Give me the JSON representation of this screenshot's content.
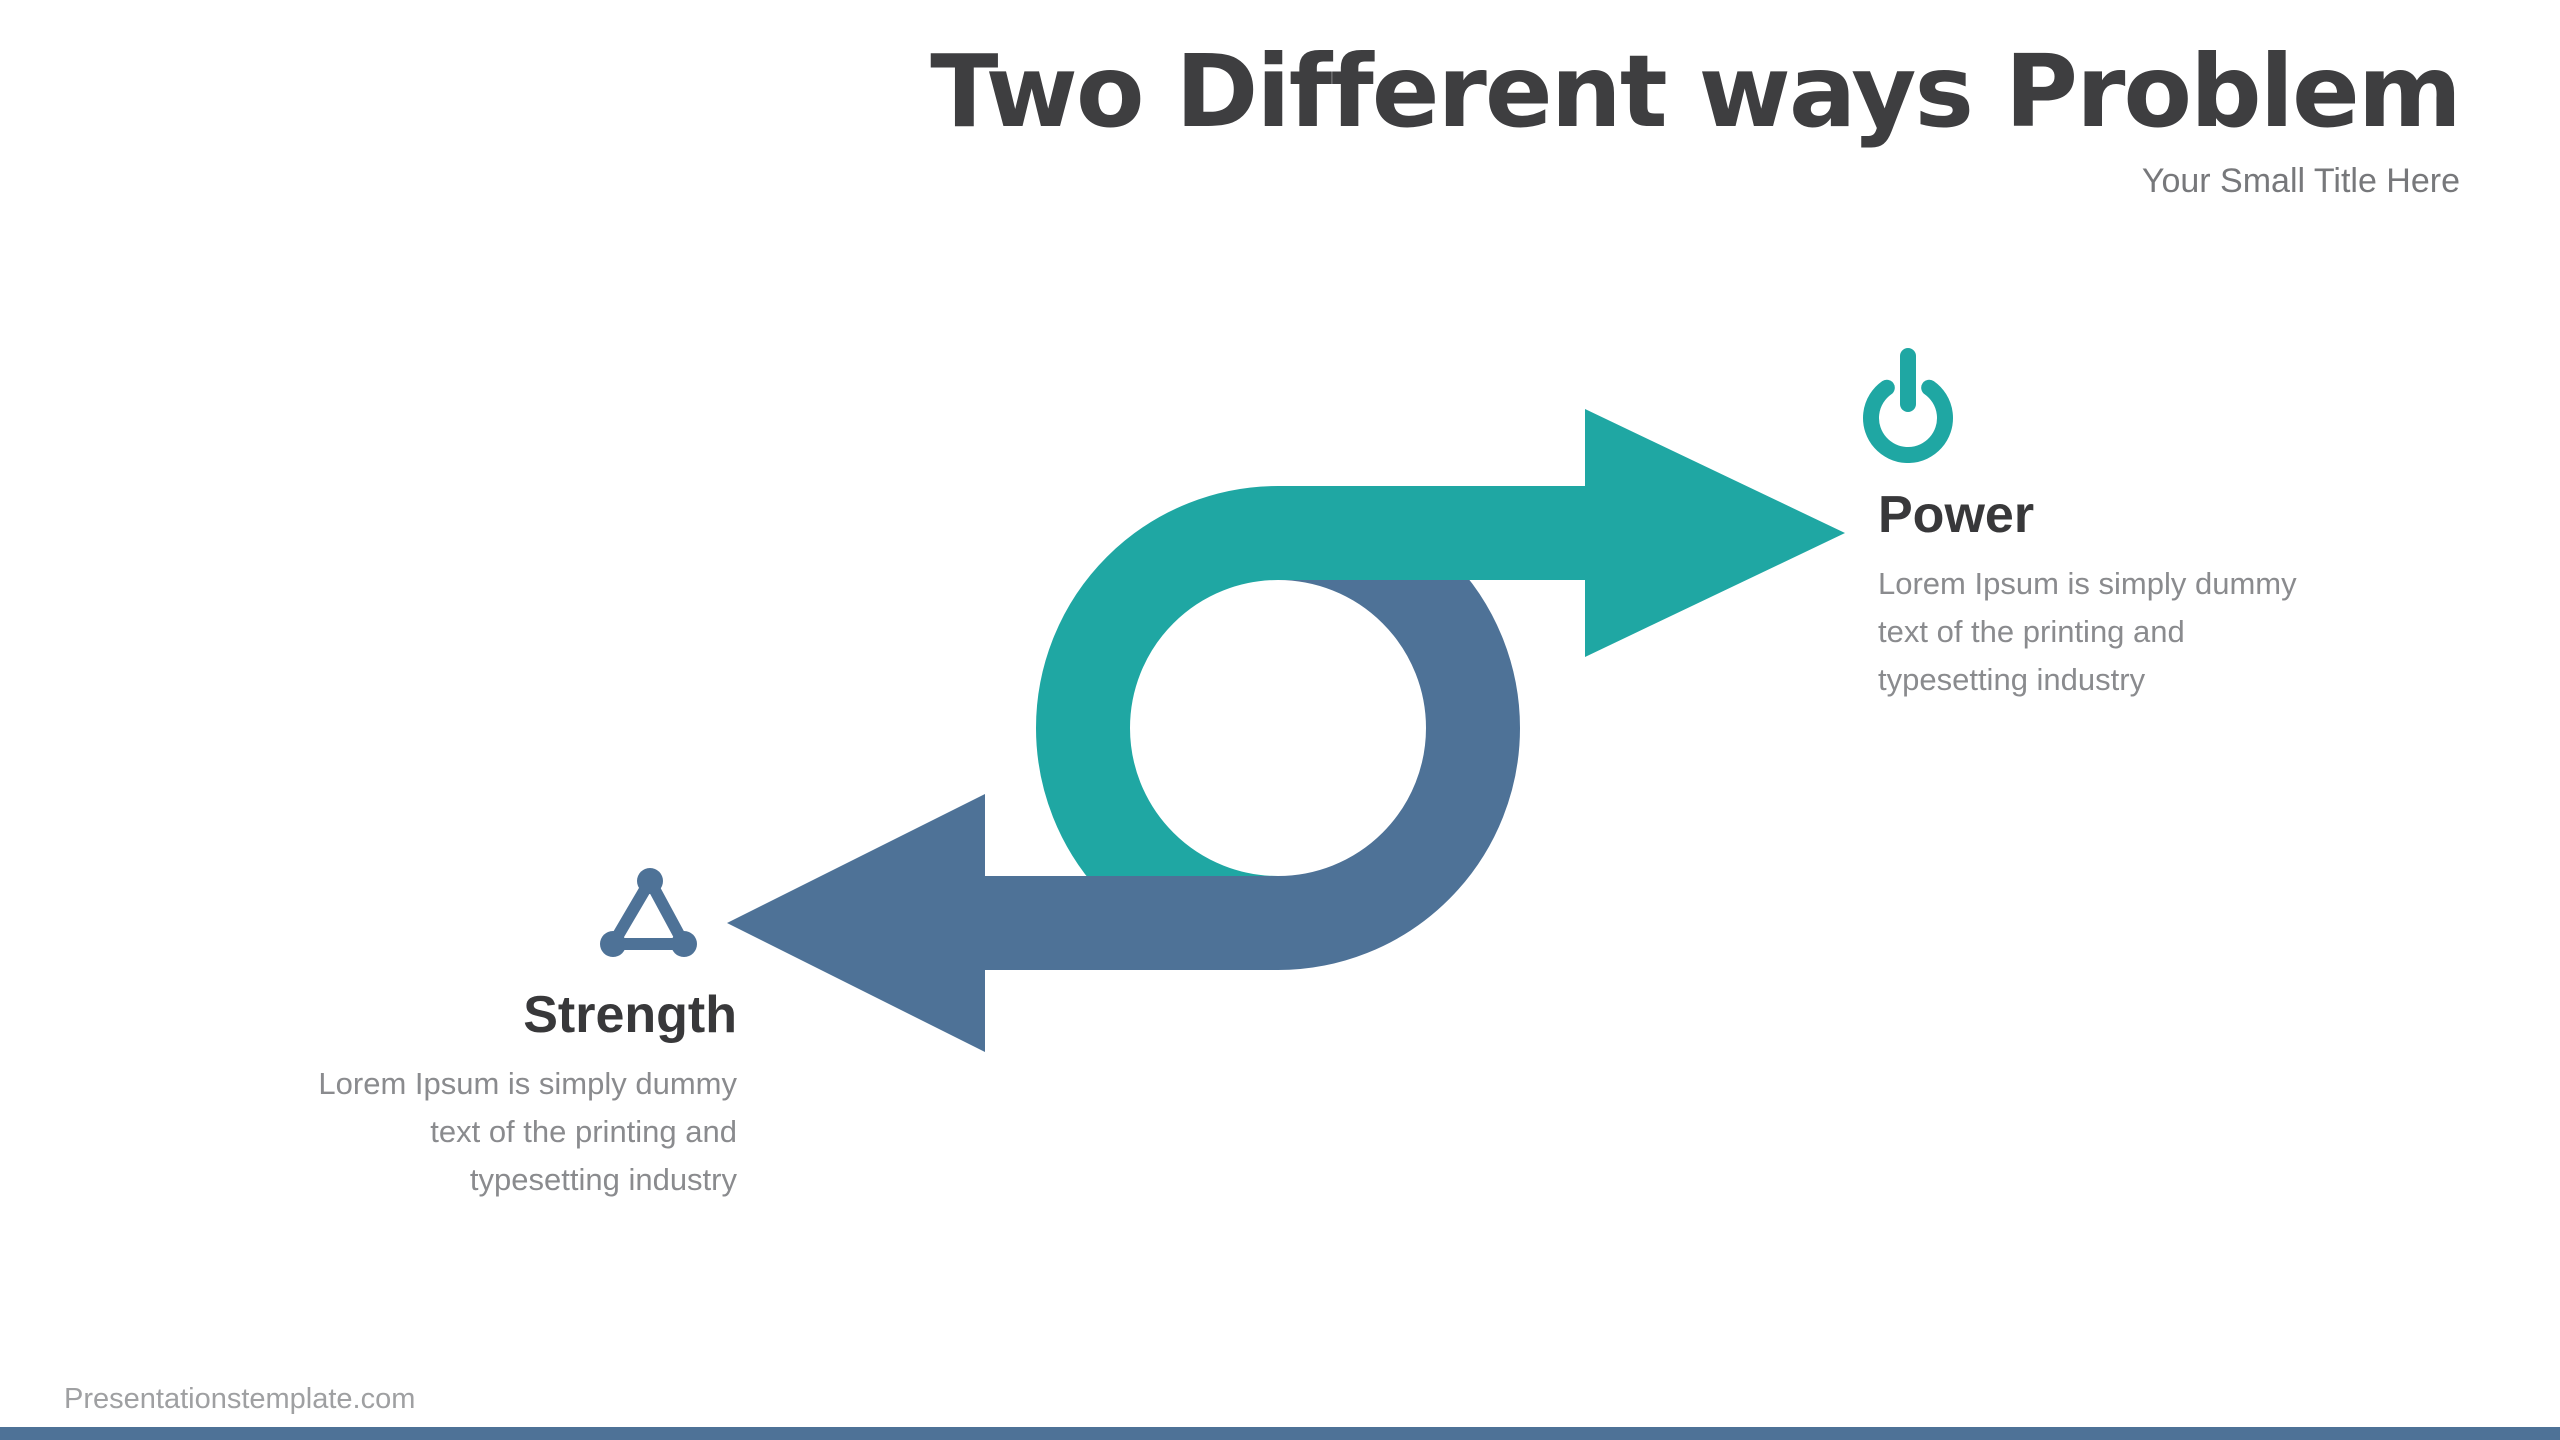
{
  "header": {
    "title": "Two Different ways Problem",
    "subtitle": "Your Small Title Here"
  },
  "diagram": {
    "type": "loop-arrows",
    "teal_color": "#1fa7a3",
    "slate_color": "#4e7297",
    "items": [
      {
        "id": "power",
        "label": "Power",
        "icon": "power-icon",
        "color": "#1fa7a3",
        "description_lines": [
          "Lorem Ipsum is simply dummy",
          "text of the printing and",
          "typesetting industry"
        ]
      },
      {
        "id": "strength",
        "label": "Strength",
        "icon": "triangle-network-icon",
        "color": "#4e7297",
        "description_lines": [
          "Lorem Ipsum is simply dummy",
          "text of the printing and",
          "typesetting industry"
        ]
      }
    ]
  },
  "footer": {
    "website": "Presentationstemplate.com",
    "bar_color": "#4e7297"
  },
  "colors": {
    "title_text": "#3e3e40",
    "subtitle_text": "#77787b",
    "heading_text": "#38383a",
    "body_text": "#8a8b8e",
    "footer_text": "#9fa0a2",
    "background": "#ffffff"
  }
}
